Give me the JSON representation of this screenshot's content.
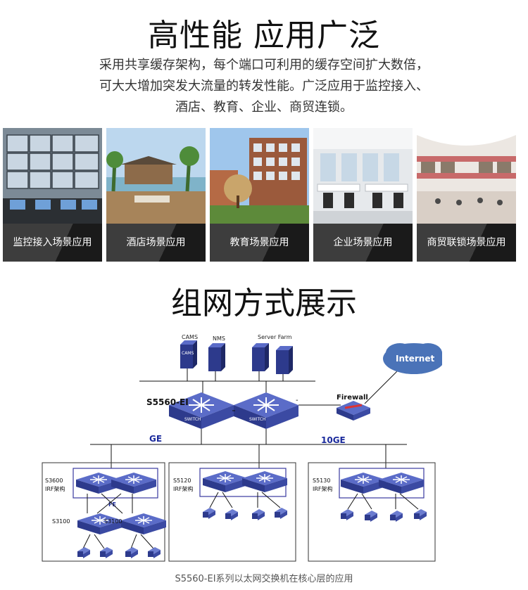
{
  "heading1": "高性能 应用广泛",
  "description": [
    "采用共享缓存架构，每个端口可利用的缓存空间扩大数倍，",
    "可大大增加突发大流量的转发性能。广泛应用于监控接入、",
    "酒店、教育、企业、商贸连锁。"
  ],
  "scenes": [
    {
      "caption": "监控接入场景应用",
      "icon": "surveillance-room"
    },
    {
      "caption": "酒店场景应用",
      "icon": "hotel-pool"
    },
    {
      "caption": "教育场景应用",
      "icon": "school-building"
    },
    {
      "caption": "企业场景应用",
      "icon": "office-desks"
    },
    {
      "caption": "商贸联锁场景应用",
      "icon": "shopping-mall"
    }
  ],
  "heading2": "组网方式展示",
  "diagram": {
    "servers": [
      "CAMS",
      "NMS",
      "Server Farm"
    ],
    "server_badge": "CAMS",
    "core_switch_label": "S5560-EI",
    "switch_text": "SWITCH",
    "firewall_label": "Firewall",
    "cloud_label": "Internet",
    "dash": "-",
    "ge_label": "GE",
    "tenge_label": "10GE",
    "fe_label": "FE",
    "groups": [
      {
        "model": "S3600",
        "irf": "IRF架构"
      },
      {
        "model": "S5120",
        "irf": "IRF架构"
      },
      {
        "model": "S5130",
        "irf": "IRF架构"
      }
    ],
    "access_switches": [
      "S3100",
      "S3100"
    ],
    "colors": {
      "switch": "#3b4aa3",
      "line": "#111111",
      "frame": "#3a3aa0",
      "label_blue": "#1a2a9c"
    }
  },
  "footnote": "S5560-EI系列以太网交换机在核心层的应用"
}
